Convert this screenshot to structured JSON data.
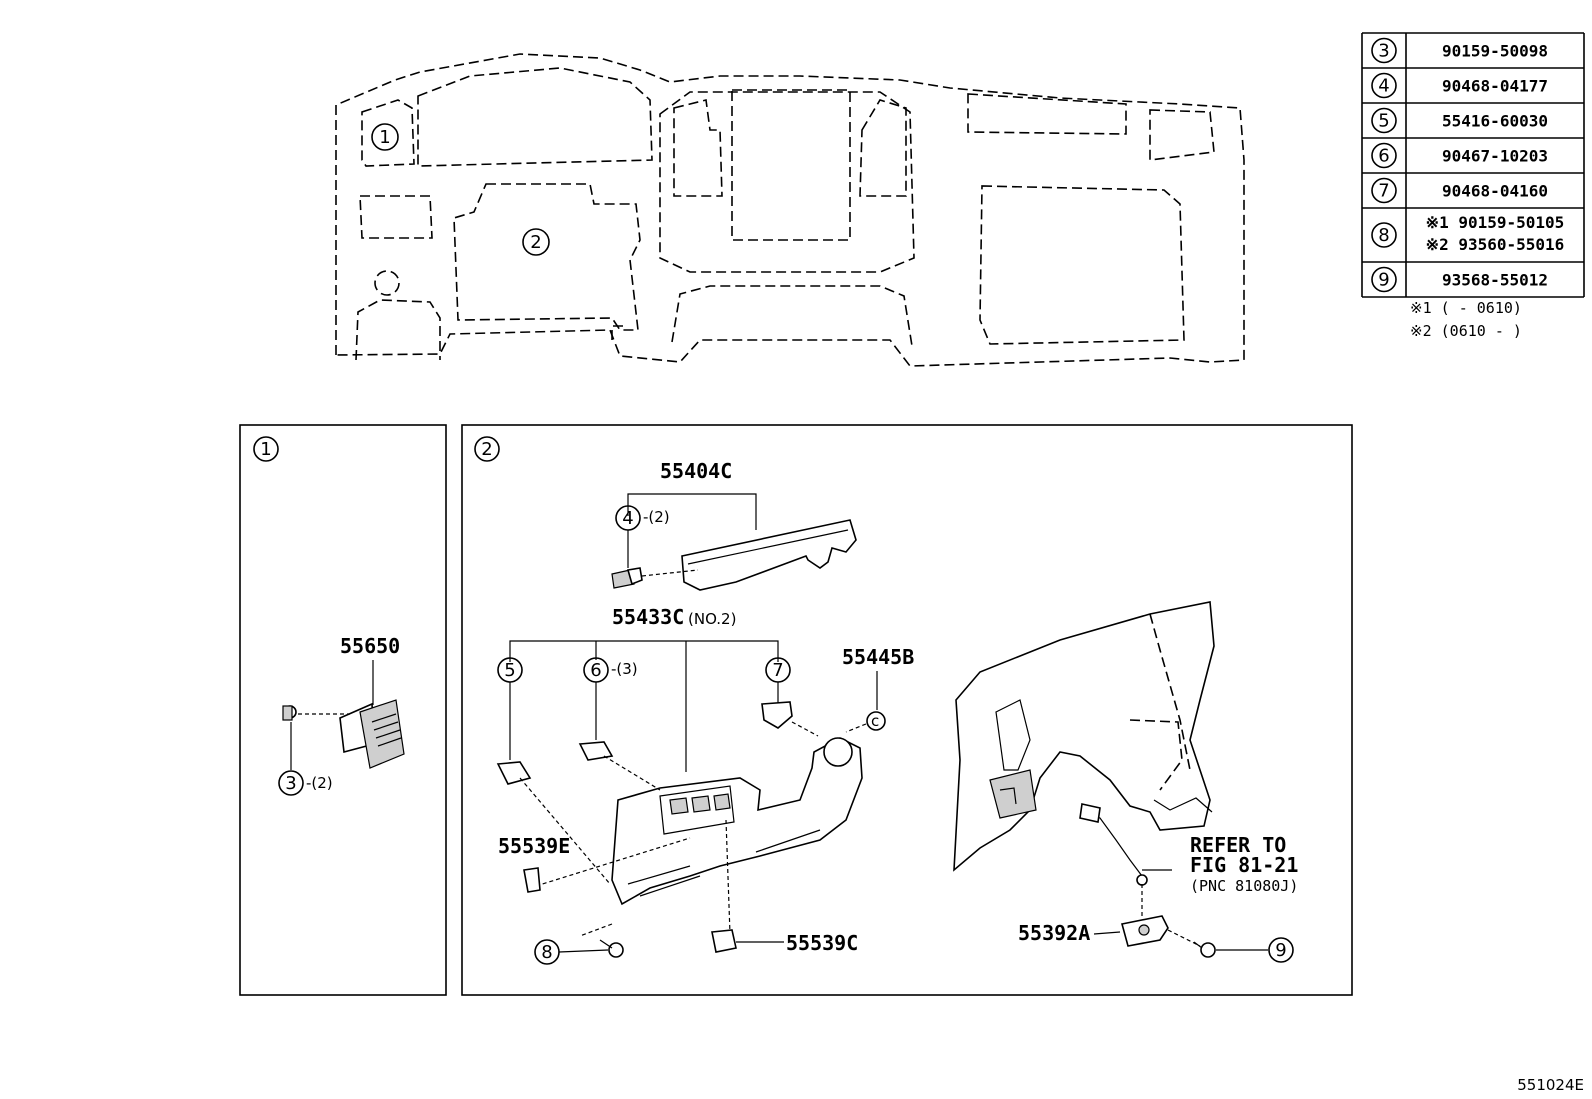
{
  "table": {
    "rows": [
      {
        "ref": "3",
        "parts": [
          "90159-50098"
        ]
      },
      {
        "ref": "4",
        "parts": [
          "90468-04177"
        ]
      },
      {
        "ref": "5",
        "parts": [
          "55416-60030"
        ]
      },
      {
        "ref": "6",
        "parts": [
          "90467-10203"
        ]
      },
      {
        "ref": "7",
        "parts": [
          "90468-04160"
        ]
      },
      {
        "ref": "8",
        "parts": [
          "※1 90159-50105",
          "※2 93560-55016"
        ]
      },
      {
        "ref": "9",
        "parts": [
          "93568-55012"
        ]
      }
    ],
    "notes": [
      "※1 (     - 0610)",
      "※2 (0610 -     )"
    ]
  },
  "overview": {
    "callout_1": "1",
    "callout_2": "2"
  },
  "panel1": {
    "label": "1",
    "part_55650": "55650",
    "callout_3": "3",
    "qty_3": "-(2)"
  },
  "panel2": {
    "label": "2",
    "part_55404C": "55404C",
    "callout_4": "4",
    "qty_4": "-(2)",
    "part_55433C": "55433C",
    "part_55433C_suffix": "(NO.2)",
    "callout_5": "5",
    "callout_6": "6",
    "qty_6": "-(3)",
    "callout_7": "7",
    "part_55445B": "55445B",
    "part_55539E": "55539E",
    "part_55539C": "55539C",
    "callout_8": "8",
    "refer_line1": "REFER TO",
    "refer_line2": "FIG 81-21",
    "refer_line3": "(PNC 81080J)",
    "part_55392A": "55392A",
    "callout_9": "9"
  },
  "figure_id": "551024E"
}
